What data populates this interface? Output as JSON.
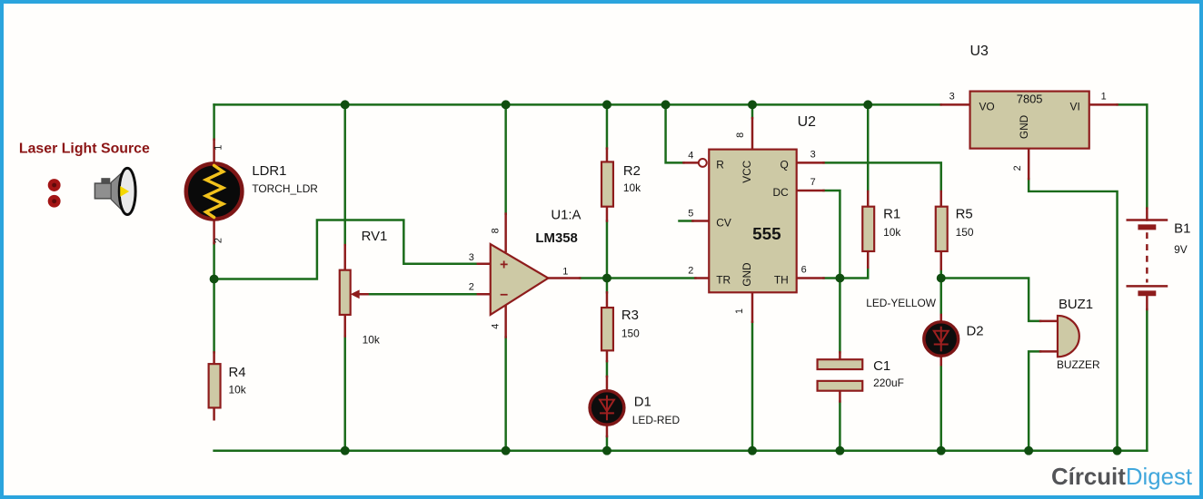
{
  "colors": {
    "frame_blue": "#2ba4dd",
    "wire_green": "#1a6b1a",
    "junction_green": "#104e10",
    "component_red": "#8e1c1c",
    "body_beige": "#cdc9a5",
    "led_yellow_zigzag": "#f2c21c",
    "annotation_red": "#8b1414",
    "logo_gray": "#535457",
    "logo_blue": "#41a7dc"
  },
  "annotations": {
    "laser_source": "Laser Light Source"
  },
  "logo": {
    "part1": "Círcuit",
    "part2": "Digest"
  },
  "components": {
    "ldr1": {
      "ref": "LDR1",
      "value": "TORCH_LDR",
      "pin1": "1",
      "pin2": "2"
    },
    "rv1": {
      "ref": "RV1",
      "value": "10k"
    },
    "r1": {
      "ref": "R1",
      "value": "10k"
    },
    "r2": {
      "ref": "R2",
      "value": "10k"
    },
    "r3": {
      "ref": "R3",
      "value": "150"
    },
    "r4": {
      "ref": "R4",
      "value": "10k"
    },
    "r5": {
      "ref": "R5",
      "value": "150"
    },
    "c1": {
      "ref": "C1",
      "value": "220uF"
    },
    "d1": {
      "ref": "D1",
      "value": "LED-RED"
    },
    "d2": {
      "ref": "D2",
      "value": "LED-YELLOW"
    },
    "buz1": {
      "ref": "BUZ1",
      "value": "BUZZER"
    },
    "b1": {
      "ref": "B1",
      "value": "9V"
    },
    "u1": {
      "ref": "U1:A",
      "value": "LM358",
      "plus": "+",
      "minus": "−",
      "pin_out": "1",
      "pin_inv": "2",
      "pin_noninv": "3",
      "pin_vneg": "4",
      "pin_vpos": "8"
    },
    "u2": {
      "ref": "U2",
      "value": "555",
      "pin_r": "R",
      "pin_r_num": "4",
      "pin_vcc": "VCC",
      "pin_vcc_num": "8",
      "pin_q": "Q",
      "pin_q_num": "3",
      "pin_dc": "DC",
      "pin_dc_num": "7",
      "pin_cv": "CV",
      "pin_cv_num": "5",
      "pin_tr": "TR",
      "pin_tr_num": "2",
      "pin_gnd": "GND",
      "pin_gnd_num": "1",
      "pin_th": "TH",
      "pin_th_num": "6"
    },
    "u3": {
      "ref": "U3",
      "value": "7805",
      "pin_vo": "VO",
      "pin_vo_num": "3",
      "pin_vi": "VI",
      "pin_vi_num": "1",
      "pin_gnd": "GND",
      "pin_gnd_num": "2"
    }
  }
}
